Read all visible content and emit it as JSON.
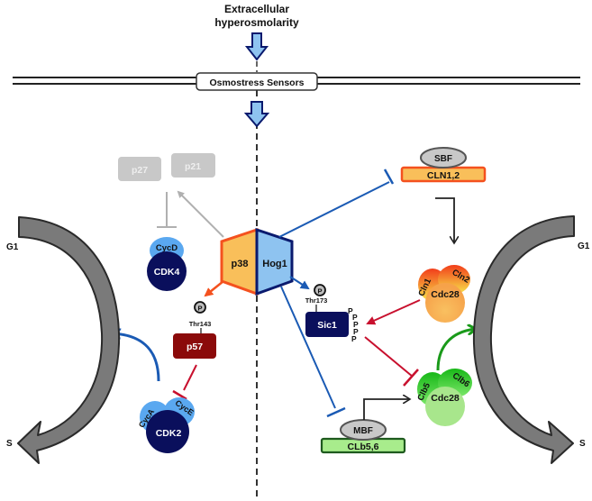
{
  "title": {
    "line1": "Extracellular",
    "line2": "hyperosmolarity"
  },
  "membrane": {
    "sensor_label": "Osmostress Sensors"
  },
  "kinases": {
    "p38": "p38",
    "hog1": "Hog1"
  },
  "mammalian": {
    "p27": "p27",
    "p21": "p21",
    "cycd": "CycD",
    "cdk4": "CDK4",
    "phospho": "P",
    "thr143": "Thr143",
    "p57": "p57",
    "cyca": "CycA",
    "cyce": "CycE",
    "cdk2": "CDK2",
    "g1": "G1",
    "s": "S"
  },
  "yeast": {
    "sbf": "SBF",
    "cln12_gene": "CLN1,2",
    "cln1": "Cln1",
    "cln2": "Cln2",
    "cdc28_a": "Cdc28",
    "phospho": "P",
    "thr173": "Thr173",
    "sic1": "Sic1",
    "sic1_p": "P",
    "clb5": "Clb5",
    "clb6": "Clb6",
    "cdc28_b": "Cdc28",
    "mbf": "MBF",
    "clb56_gene": "CLb5,6",
    "g1": "G1",
    "s": "S"
  },
  "colors": {
    "p38_fill": "#f9bf5a",
    "p38_border": "#f4511e",
    "hog1_fill": "#8ec3f0",
    "hog1_border": "#0a1a6e",
    "navy": "#0a0f5c",
    "inactive_gray": "#c8c8c8",
    "p57_red": "#8b0a0a",
    "inhibit_red": "#c8102e",
    "blue_line": "#1a5ab4",
    "green_arrow": "#1a9a1a",
    "cycle_gray": "#7a7a7a"
  }
}
